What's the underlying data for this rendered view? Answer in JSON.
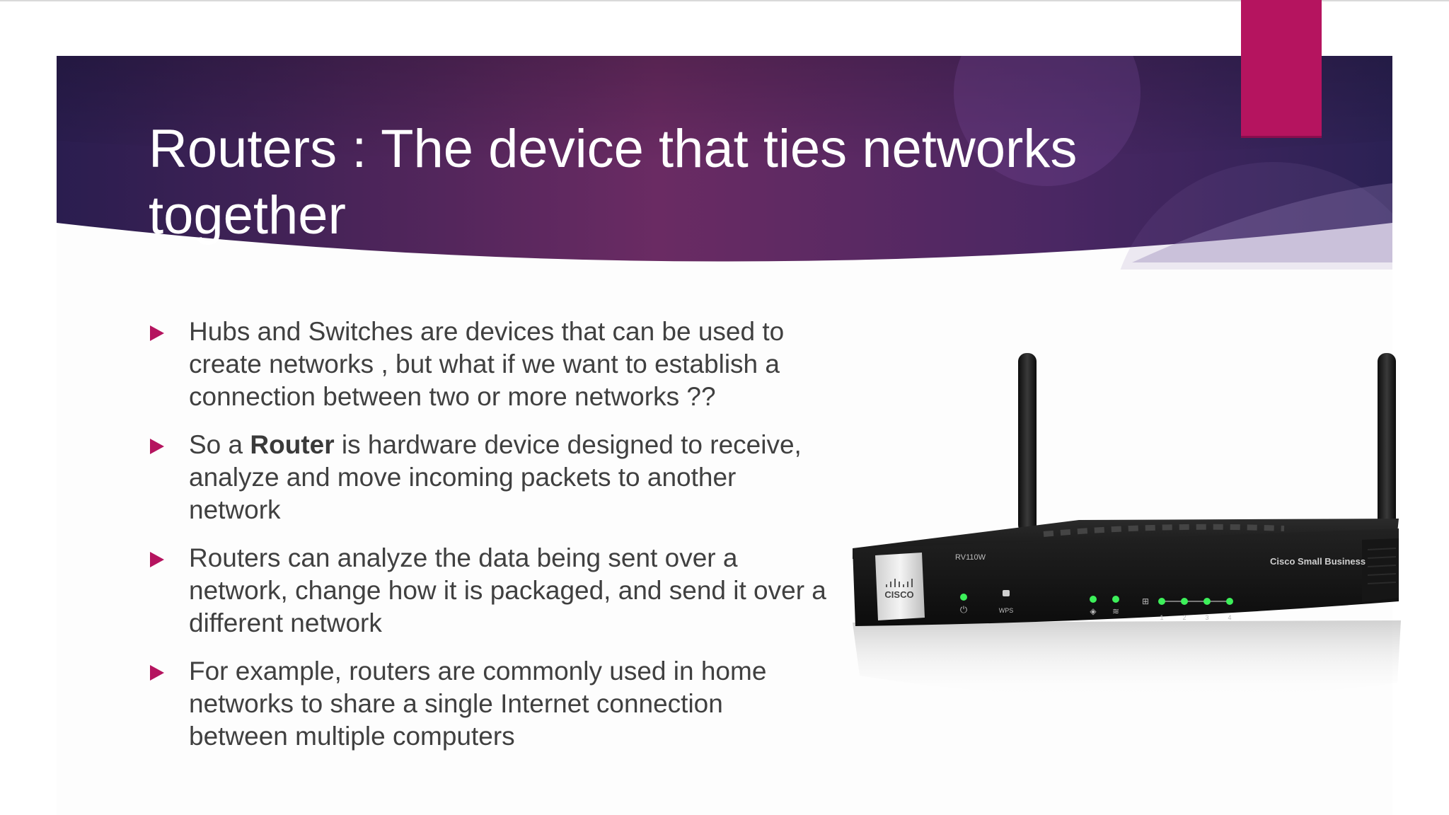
{
  "slide": {
    "title": "Routers : The device that ties networks together",
    "colors": {
      "banner_dark": "#2b1f52",
      "banner_magenta": "#6b2a63",
      "accent": "#b5145f",
      "body_text": "#404040",
      "title_text": "#ffffff"
    },
    "bullets": [
      {
        "text": "Hubs and Switches are devices that can be used to create networks , but what if we want to establish a connection between two or more  networks ??"
      },
      {
        "prefix": "So a ",
        "bold": "Router",
        "suffix": " is hardware device designed to receive, analyze and move incoming packets to another network"
      },
      {
        "text": "Routers can analyze the data being sent over a network, change how it is packaged, and send it over a different network"
      },
      {
        "text": "For example, routers are commonly used in home networks to share a single Internet connection between multiple computers"
      }
    ],
    "router_photo": {
      "icon": "router-photo",
      "model_label": "RV110W",
      "brand_label": "Cisco Small Business",
      "logo_text": "CISCO",
      "wps_label": "WPS",
      "port_labels": [
        "1",
        "2",
        "3",
        "4"
      ]
    }
  }
}
